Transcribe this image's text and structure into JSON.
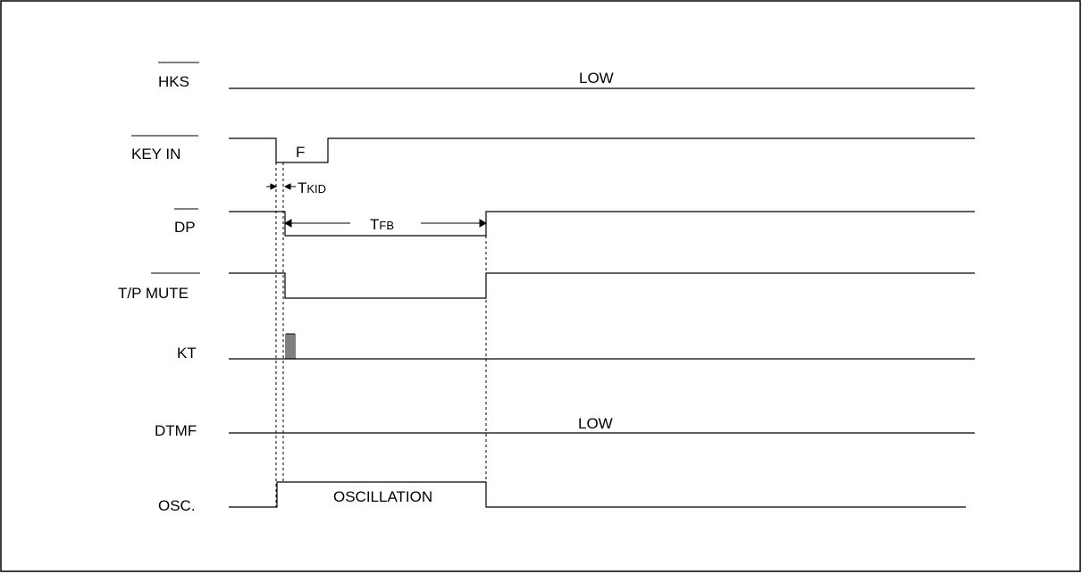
{
  "signals": {
    "hks": "HKS",
    "key_in": "KEY IN",
    "dp": "DP",
    "tp_mute": "T/P MUTE",
    "kt": "KT",
    "dtmf": "DTMF",
    "osc": "OSC."
  },
  "annotations": {
    "hks_state": "LOW",
    "dtmf_state": "LOW",
    "key_label": "F",
    "tkid_main": "T",
    "tkid_sub": "KID",
    "tfb_main": "T",
    "tfb_sub": "FB",
    "oscillation": "OSCILLATION"
  }
}
